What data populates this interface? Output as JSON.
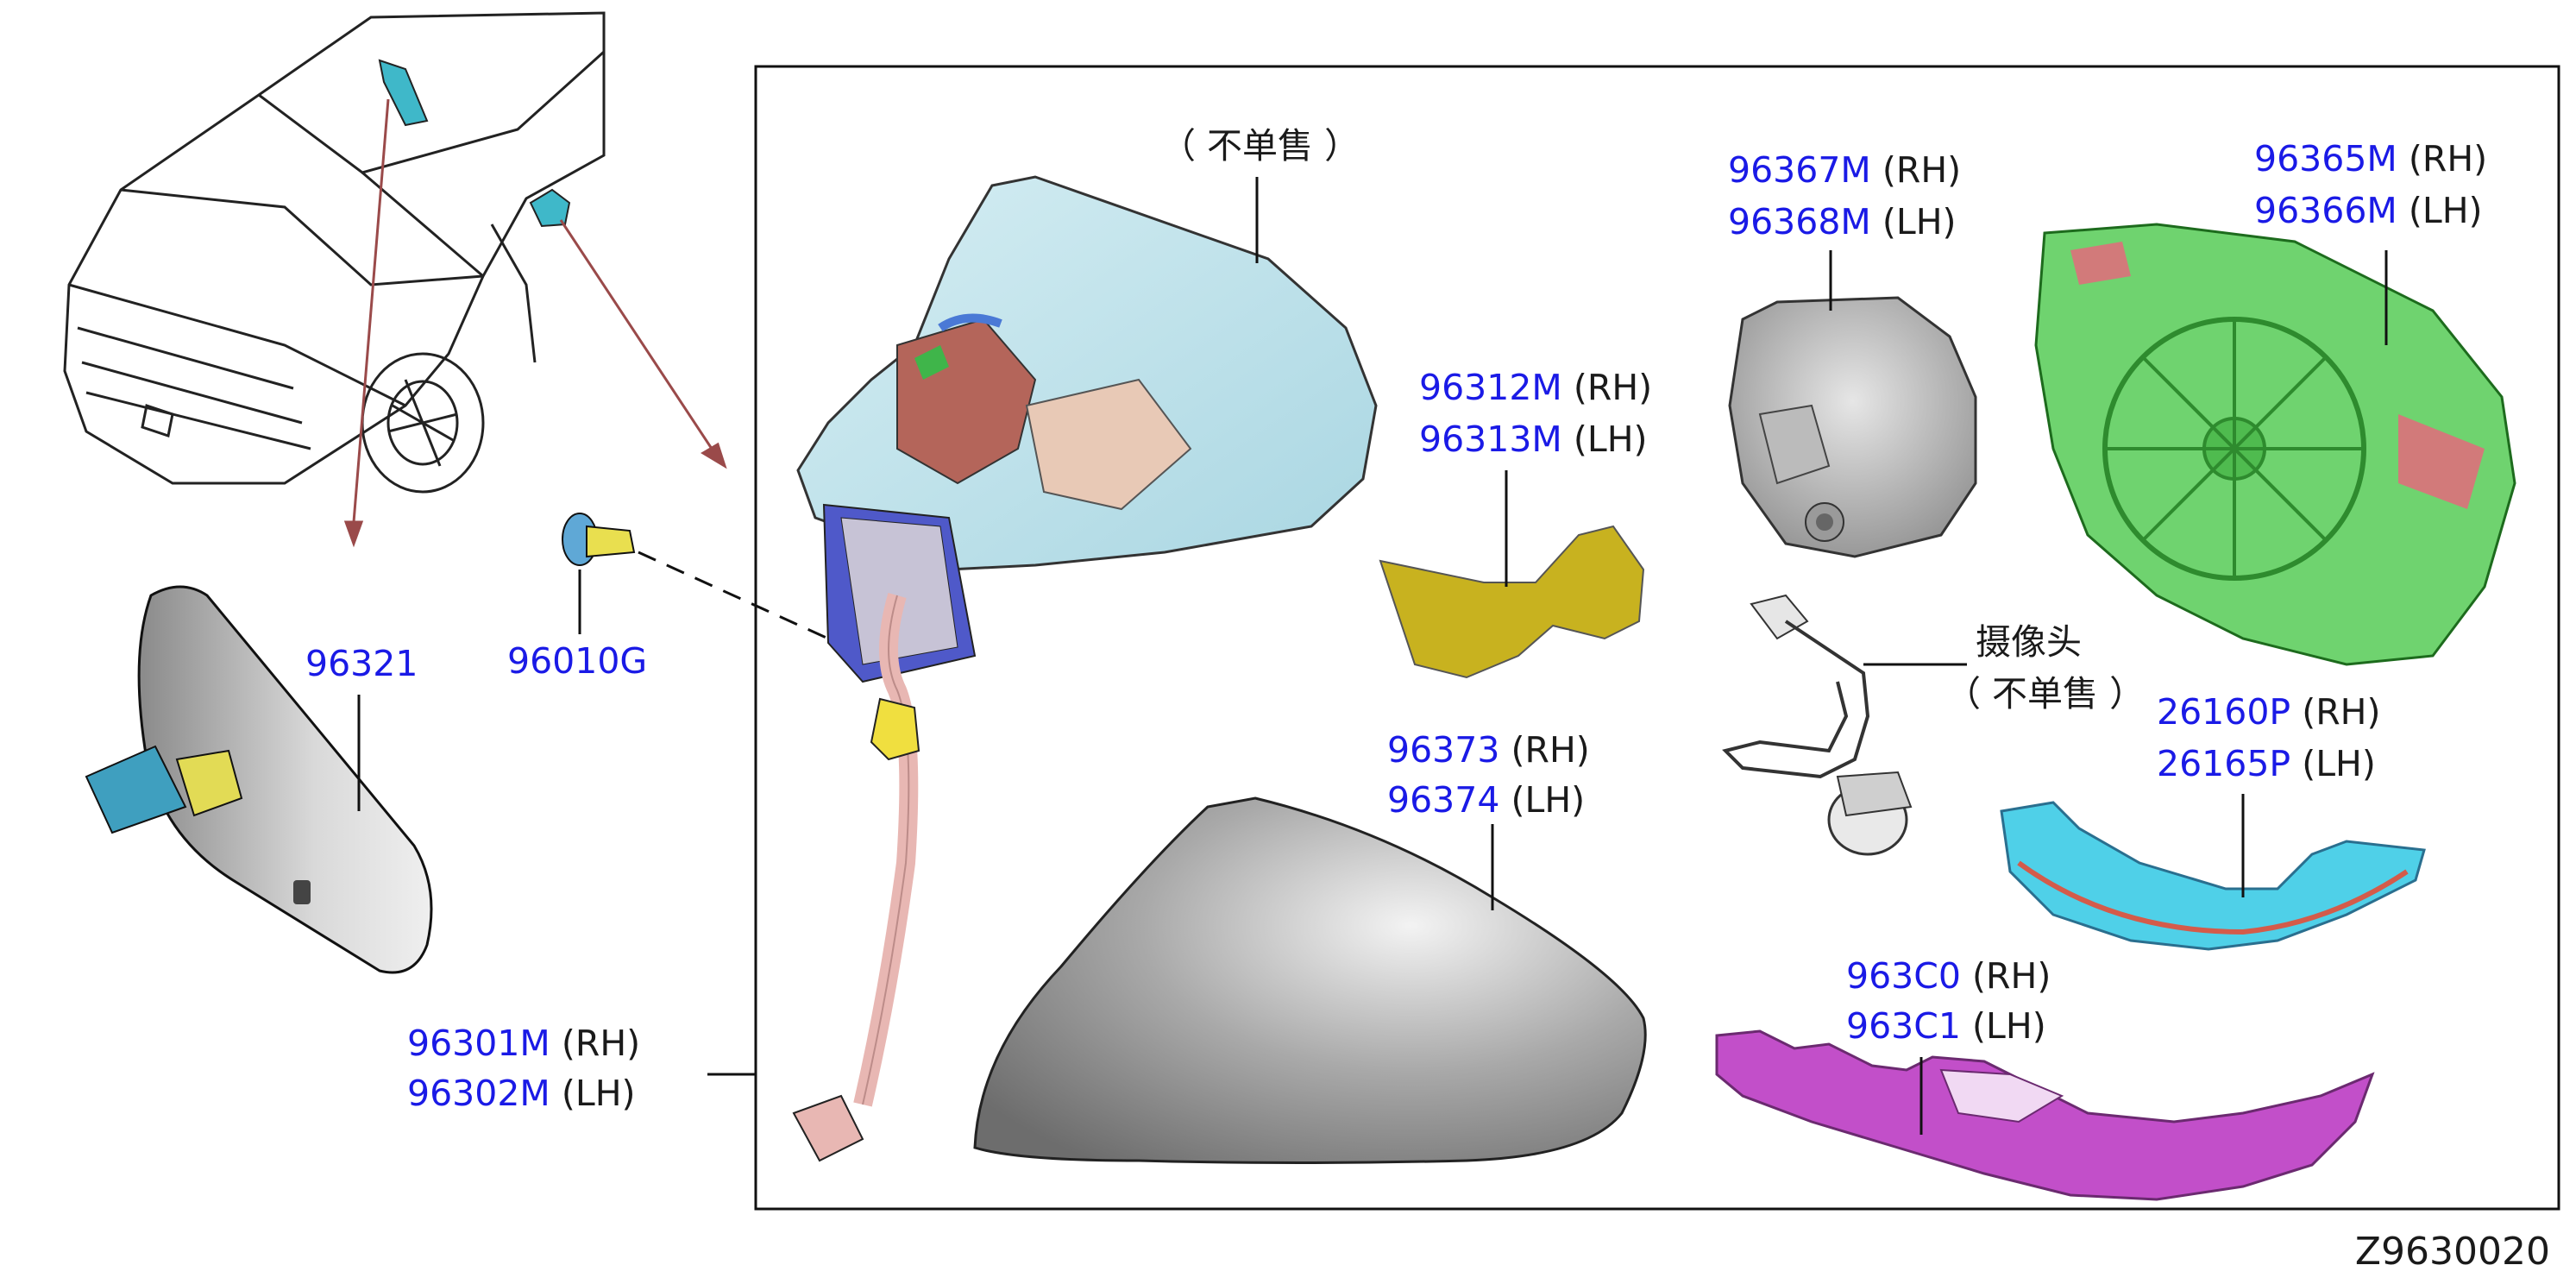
{
  "diagram_code": "Z9630020",
  "labels": {
    "not_sold_top": "（ 不单售 ）",
    "p96367": {
      "pn": "96367M",
      "side": "(RH)"
    },
    "p96368": {
      "pn": "96368M",
      "side": "(LH)"
    },
    "p96365": {
      "pn": "96365M",
      "side": "(RH)"
    },
    "p96366": {
      "pn": "96366M",
      "side": "(LH)"
    },
    "p96312": {
      "pn": "96312M",
      "side": "(RH)"
    },
    "p96313": {
      "pn": "96313M",
      "side": "(LH)"
    },
    "p96321": {
      "pn": "96321"
    },
    "p96010": {
      "pn": "96010G"
    },
    "camera": "摄像头",
    "camera_note": "（ 不单售 ）",
    "p26160": {
      "pn": "26160P",
      "side": "(RH)"
    },
    "p26165": {
      "pn": "26165P",
      "side": "(LH)"
    },
    "p96373": {
      "pn": "96373",
      "side": "(RH)"
    },
    "p96374": {
      "pn": "96374",
      "side": "(LH)"
    },
    "p963C0": {
      "pn": "963C0",
      "side": "(RH)"
    },
    "p963C1": {
      "pn": "963C1",
      "side": "(LH)"
    },
    "p96301": {
      "pn": "96301M",
      "side": "(RH)"
    },
    "p96302": {
      "pn": "96302M",
      "side": "(LH)"
    }
  },
  "colors": {
    "part_number": "#1a1ae6",
    "mirror_body": "#bfe3ec",
    "harness": "#e8b7b3",
    "garnish_yellow": "#c8b21f",
    "cover_gray": "#8f8f8f",
    "glass_green": "#6fd36f",
    "turn_lamp_cyan": "#4fd0e8",
    "lower_garnish_magenta": "#c24fc9",
    "arrow": "#9a4a4a"
  }
}
